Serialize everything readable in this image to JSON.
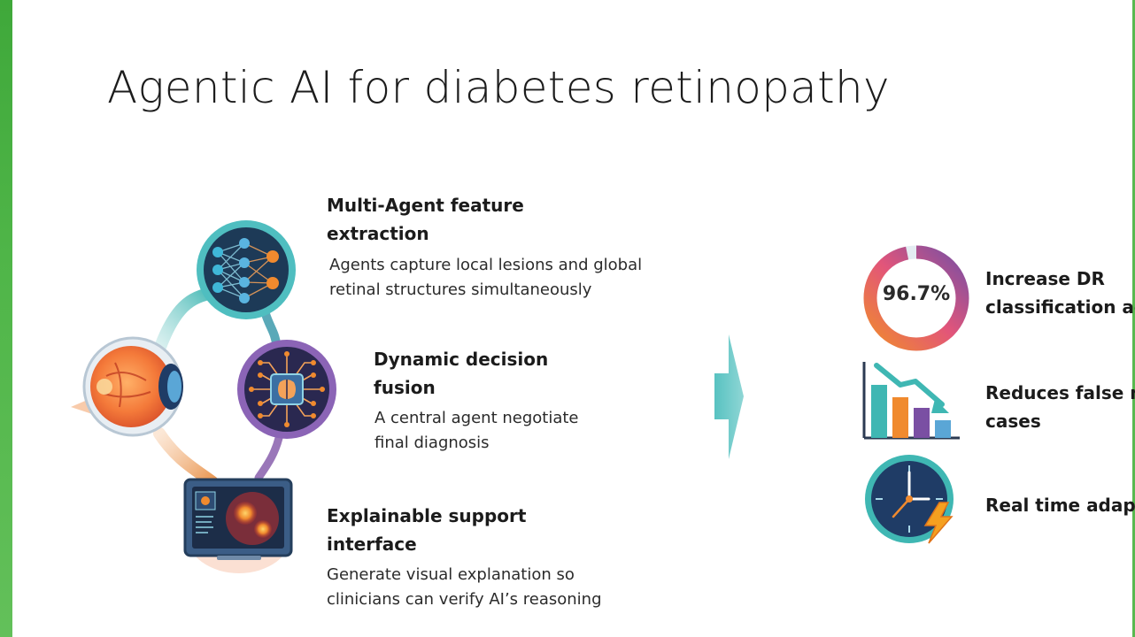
{
  "slide": {
    "title": "Agentic AI for diabetes retinopathy"
  },
  "features": [
    {
      "heading_line1": "Multi-Agent feature",
      "heading_line2": "extraction",
      "desc_line1": "Agents capture local lesions and global",
      "desc_line2": "retinal structures simultaneously",
      "icon": "neural-network-icon"
    },
    {
      "heading_line1": "Dynamic decision",
      "heading_line2": "fusion",
      "desc_line1": "A central agent negotiate",
      "desc_line2": "final diagnosis",
      "icon": "brain-circuit-icon"
    },
    {
      "heading_line1": "Explainable support",
      "heading_line2": "interface",
      "desc_line1": "Generate visual explanation so",
      "desc_line2": "clinicians can verify AI’s reasoning",
      "icon": "heatmap-monitor-icon"
    }
  ],
  "outcomes": [
    {
      "label_line1": "Increase DR",
      "label_line2": "classification ac",
      "icon": "progress-ring-icon"
    },
    {
      "label_line1": "Reduces false n",
      "label_line2": "cases",
      "icon": "declining-bar-chart-icon"
    },
    {
      "label_line1": "Real time adapt",
      "icon": "clock-lightning-icon"
    }
  ],
  "gauge": {
    "value_text": "96.7%",
    "fraction": 0.967
  },
  "colors": {
    "accent_green": "#4fb548",
    "teal": "#3fb7b3",
    "purple": "#7a4fa3",
    "orange": "#f08a2e"
  }
}
